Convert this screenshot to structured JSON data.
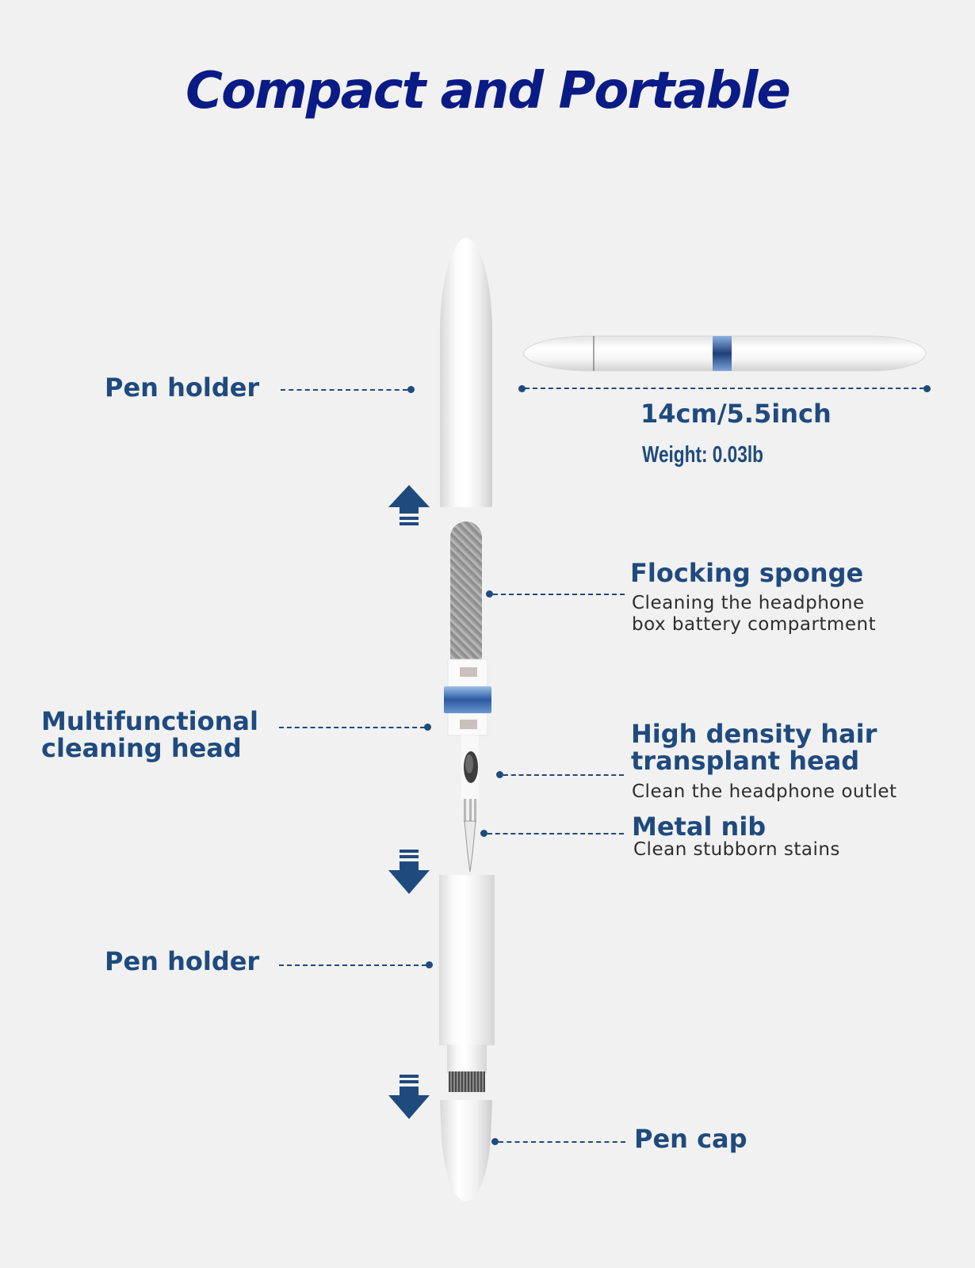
{
  "title": "Compact and Portable",
  "dimensions": {
    "length": "14cm/5.5inch",
    "weight": "Weight: 0.03lb"
  },
  "callouts": [
    {
      "id": "pen-holder-top",
      "title": "Pen holder",
      "description": ""
    },
    {
      "id": "flocking-sponge",
      "title": "Flocking sponge",
      "description_lines": [
        "Cleaning the headphone",
        "box battery compartment"
      ]
    },
    {
      "id": "multifunctional-head",
      "title_lines": [
        "Multifunctional",
        "cleaning head"
      ],
      "description": ""
    },
    {
      "id": "hair-transplant-head",
      "title_lines": [
        "High density hair",
        "transplant head"
      ],
      "description": "Clean the headphone outlet"
    },
    {
      "id": "metal-nib",
      "title": "Metal nib",
      "description": "Clean stubborn stains"
    },
    {
      "id": "pen-holder-bottom",
      "title": "Pen holder",
      "description": ""
    },
    {
      "id": "pen-cap",
      "title": "Pen cap",
      "description": ""
    }
  ],
  "colors": {
    "background": "#f1f1f1",
    "title": "#0a1b86",
    "label": "#1f4a7e",
    "description": "#2d2d2d",
    "accent_ring": "#4a7fc1"
  }
}
